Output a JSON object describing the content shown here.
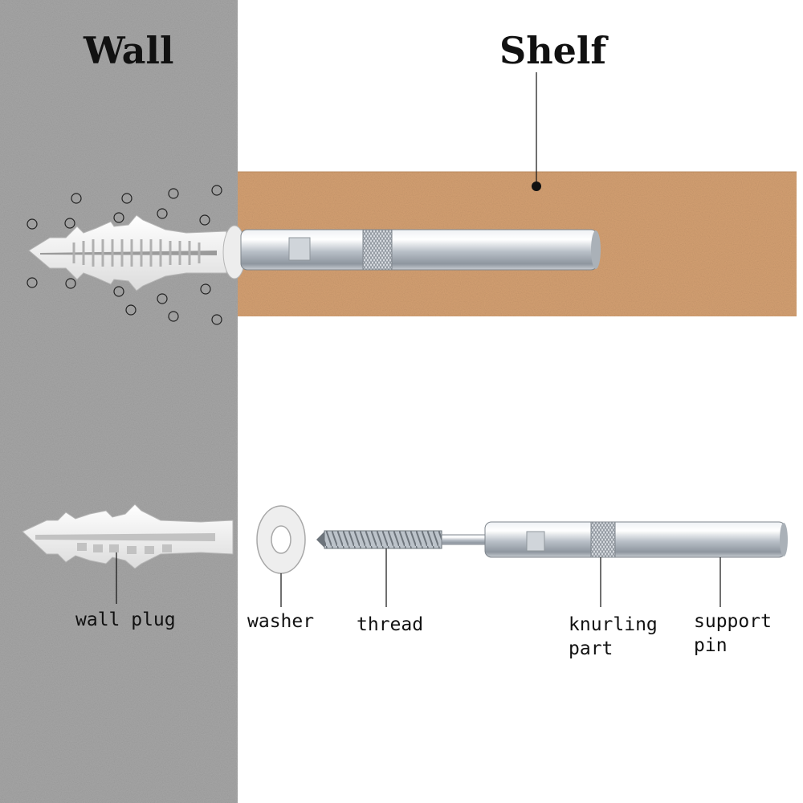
{
  "headings": {
    "wall": "Wall",
    "shelf": "Shelf"
  },
  "labels": {
    "wall_plug": "wall plug",
    "washer": "washer",
    "thread": "thread",
    "knurling_line1": "knurling",
    "knurling_line2": "part",
    "support_line1": "support",
    "support_line2": "pin"
  },
  "colors": {
    "wall": "#a6a6a6",
    "shelf": "#d4a072",
    "plug": "#f2f2f2",
    "metal": "#c9ced4",
    "text": "#111111"
  }
}
